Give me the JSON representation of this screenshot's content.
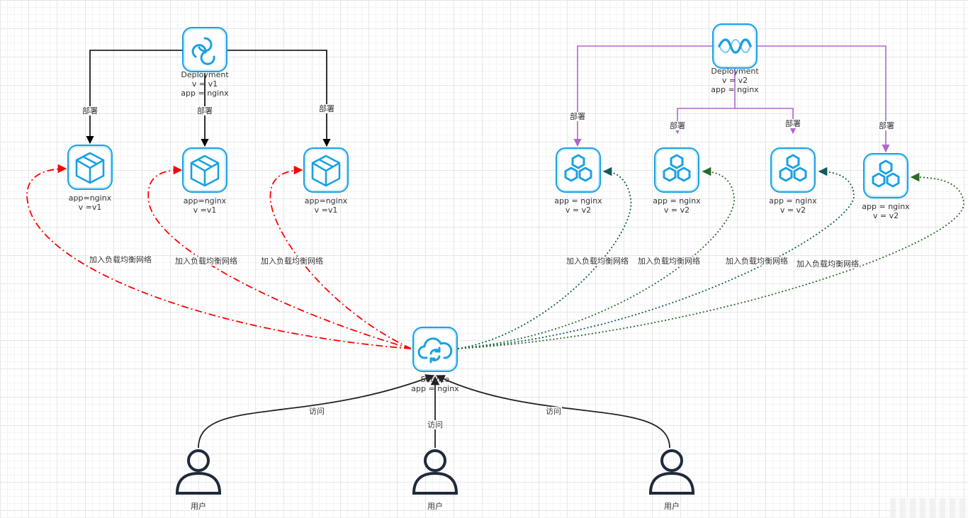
{
  "deploy_v1": {
    "title": "Deployment",
    "line1": "v = v1",
    "line2": "app = nginx"
  },
  "deploy_v2": {
    "title": "Deployment",
    "line1": "v = v2",
    "line2": "app = nginx"
  },
  "pods_v1": [
    {
      "line1": "app=nginx",
      "line2": "v =v1"
    },
    {
      "line1": "app=nginx",
      "line2": "v =v1"
    },
    {
      "line1": "app=nginx",
      "line2": "v =v1"
    }
  ],
  "pods_v2": [
    {
      "line1": "app = nginx",
      "line2": "v = v2"
    },
    {
      "line1": "app = nginx",
      "line2": "v = v2"
    },
    {
      "line1": "app = nginx",
      "line2": "v = v2"
    },
    {
      "line1": "app = nginx",
      "line2": "v = v2"
    }
  ],
  "service": {
    "title": "Service",
    "line1": "app = nginx"
  },
  "edge_labels": {
    "deploy": "部署",
    "join_lb": "加入负载均衡网络",
    "access": "访问"
  },
  "users": [
    {
      "label": "用户"
    },
    {
      "label": "用户"
    },
    {
      "label": "用户"
    }
  ],
  "colors": {
    "node_border": "#1ba1e2",
    "v1_edge": "#000000",
    "v2_edge": "#b266cc",
    "lb_v1": "#ff0000",
    "lb_v2_a": "#0e5c5c",
    "lb_v2_b": "#2b6b2b",
    "user": "#1f2a3a"
  },
  "icons": {
    "deployment_v1": "cycle-arrows-icon",
    "deployment_v2": "wave-icon",
    "pod_v1": "cube-box-icon",
    "pod_v2": "hexagon-cluster-icon",
    "service": "cloud-sync-icon",
    "user": "person-icon"
  }
}
